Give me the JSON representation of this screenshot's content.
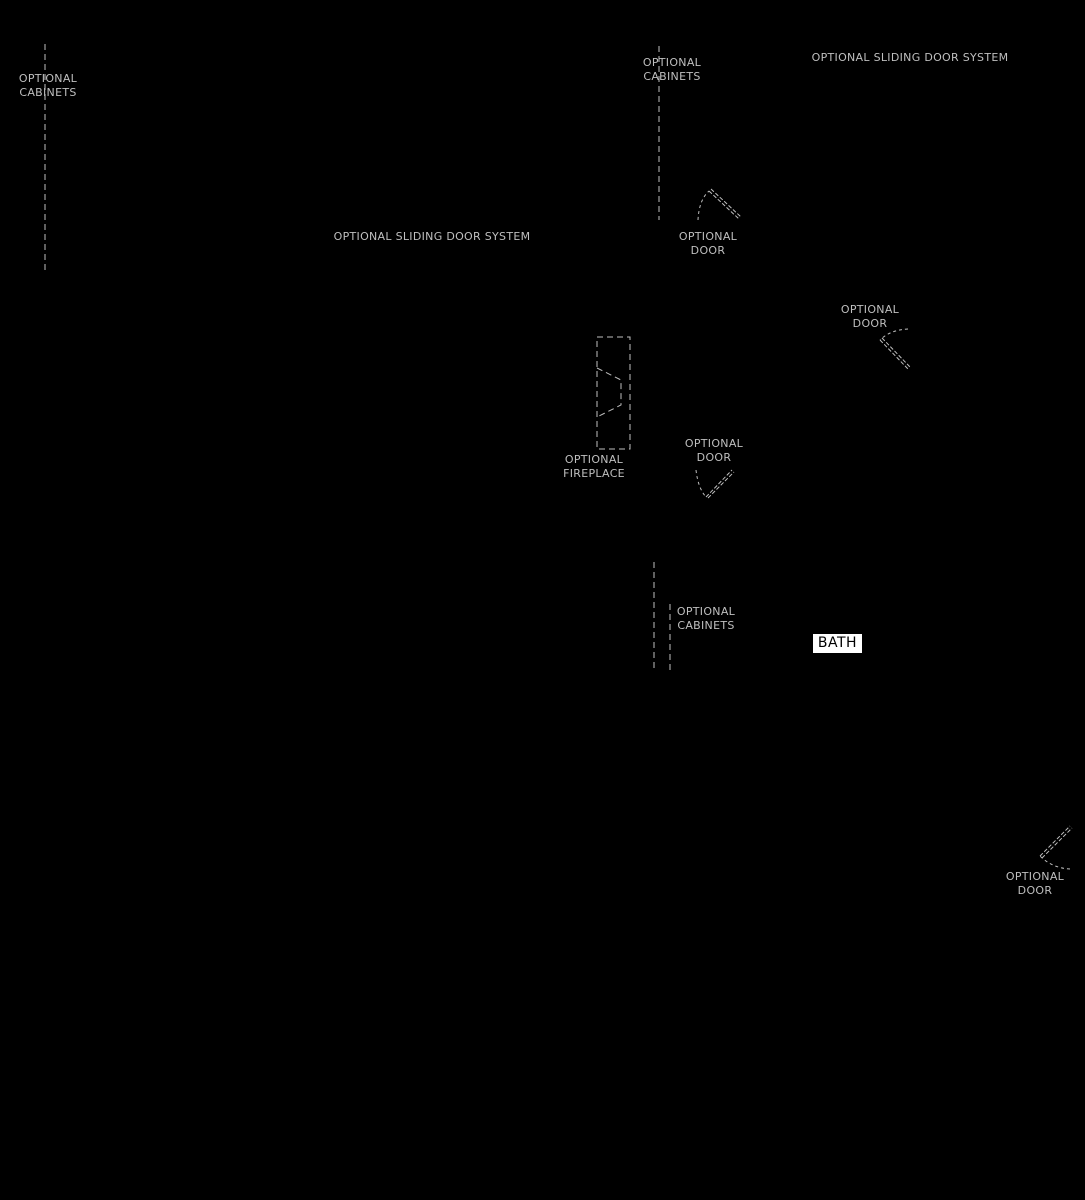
{
  "plan": {
    "background": "#000000",
    "line_color": "#bfbfbf",
    "labels": {
      "cabinets_top_left": [
        "OPTIONAL",
        "CABINETS"
      ],
      "cabinets_top_mid": [
        "OPTIONAL",
        "CABINETS"
      ],
      "sliding_door_top_right": "OPTIONAL SLIDING DOOR SYSTEM",
      "sliding_door_mid": "OPTIONAL SLIDING DOOR SYSTEM",
      "door_top": [
        "OPTIONAL",
        "DOOR"
      ],
      "door_right": [
        "OPTIONAL",
        "DOOR"
      ],
      "fireplace": [
        "OPTIONAL",
        "FIREPLACE"
      ],
      "door_center": [
        "OPTIONAL",
        "DOOR"
      ],
      "cabinets_center": [
        "OPTIONAL",
        "CABINETS"
      ],
      "door_bottom_right": [
        "OPTIONAL",
        "DOOR"
      ]
    },
    "room_label": "BATH"
  }
}
